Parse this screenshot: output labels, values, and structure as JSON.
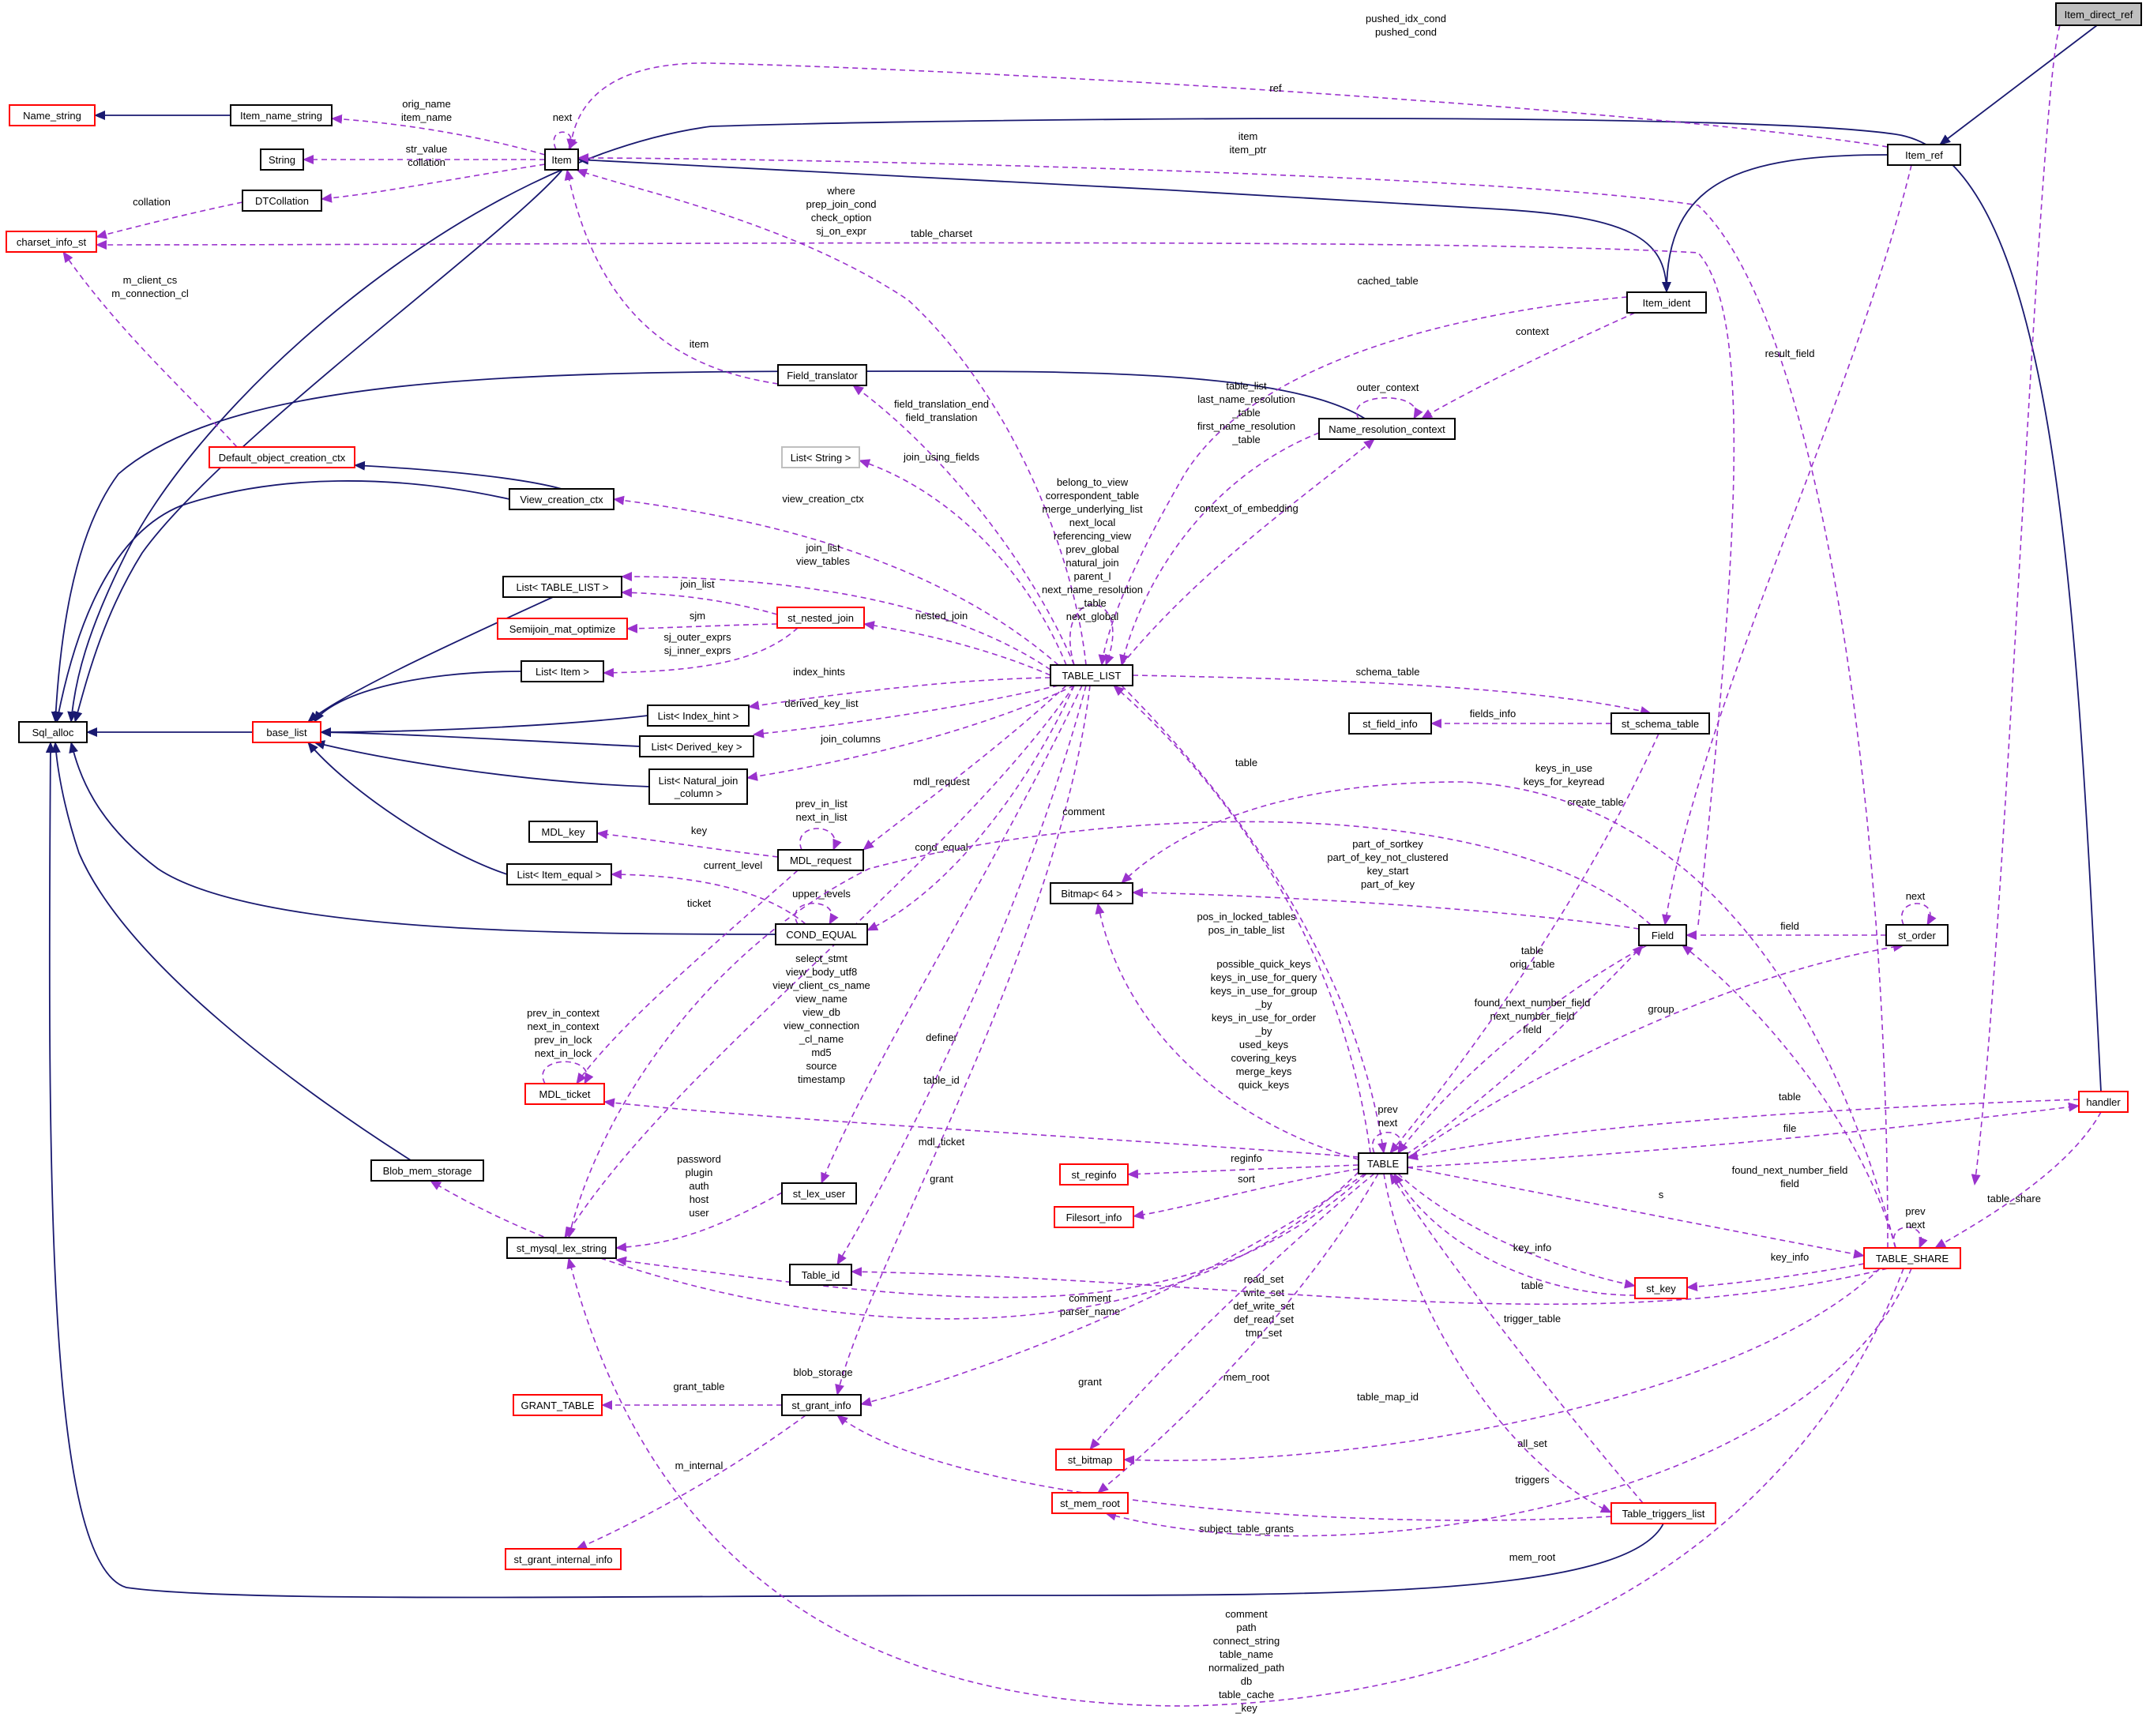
{
  "colors": {
    "inheritance_edge": "#191970",
    "usage_edge": "#9a32cd",
    "border_normal": "#000000",
    "border_truncated": "#ff0000",
    "border_undocumented": "#bfbfbf",
    "root_fill": "#bfbfbf"
  },
  "nodes": [
    {
      "id": "Item_direct_ref",
      "label": "Item_direct_ref",
      "style": "root"
    },
    {
      "id": "Item_ref",
      "label": "Item_ref",
      "style": "normal"
    },
    {
      "id": "Item_ident",
      "label": "Item_ident",
      "style": "normal"
    },
    {
      "id": "Item",
      "label": "Item",
      "style": "normal"
    },
    {
      "id": "Item_name_string",
      "label": "Item_name_string",
      "style": "normal"
    },
    {
      "id": "Name_string",
      "label": "Name_string",
      "style": "truncated"
    },
    {
      "id": "String",
      "label": "String",
      "style": "normal"
    },
    {
      "id": "DTCollation",
      "label": "DTCollation",
      "style": "normal"
    },
    {
      "id": "charset_info_st",
      "label": "charset_info_st",
      "style": "truncated"
    },
    {
      "id": "Field_translator",
      "label": "Field_translator",
      "style": "normal"
    },
    {
      "id": "Default_object_creation_ctx",
      "label": "Default_object_creation_ctx",
      "style": "truncated"
    },
    {
      "id": "View_creation_ctx",
      "label": "View_creation_ctx",
      "style": "normal"
    },
    {
      "id": "List_String",
      "label": "List< String >",
      "style": "undocumented"
    },
    {
      "id": "Name_resolution_context",
      "label": "Name_resolution_context",
      "style": "normal"
    },
    {
      "id": "List_TABLE_LIST",
      "label": "List< TABLE_LIST >",
      "style": "normal"
    },
    {
      "id": "st_nested_join",
      "label": "st_nested_join",
      "style": "truncated"
    },
    {
      "id": "Semijoin_mat_optimize",
      "label": "Semijoin_mat_optimize",
      "style": "truncated"
    },
    {
      "id": "List_Item",
      "label": "List< Item >",
      "style": "normal"
    },
    {
      "id": "TABLE_LIST",
      "label": "TABLE_LIST",
      "style": "normal"
    },
    {
      "id": "Sql_alloc",
      "label": "Sql_alloc",
      "style": "normal"
    },
    {
      "id": "base_list",
      "label": "base_list",
      "style": "truncated"
    },
    {
      "id": "List_Index_hint",
      "label": "List< Index_hint >",
      "style": "normal"
    },
    {
      "id": "List_Derived_key",
      "label": "List< Derived_key >",
      "style": "normal"
    },
    {
      "id": "List_Natural_join_column",
      "label": "List< Natural_join\n_column >",
      "style": "normal"
    },
    {
      "id": "st_schema_table",
      "label": "st_schema_table",
      "style": "normal"
    },
    {
      "id": "st_field_info",
      "label": "st_field_info",
      "style": "normal"
    },
    {
      "id": "MDL_key",
      "label": "MDL_key",
      "style": "normal"
    },
    {
      "id": "MDL_request",
      "label": "MDL_request",
      "style": "normal"
    },
    {
      "id": "List_Item_equal",
      "label": "List< Item_equal >",
      "style": "normal"
    },
    {
      "id": "COND_EQUAL",
      "label": "COND_EQUAL",
      "style": "normal"
    },
    {
      "id": "Bitmap_64",
      "label": "Bitmap< 64 >",
      "style": "normal"
    },
    {
      "id": "Field",
      "label": "Field",
      "style": "normal"
    },
    {
      "id": "st_order",
      "label": "st_order",
      "style": "normal"
    },
    {
      "id": "MDL_ticket",
      "label": "MDL_ticket",
      "style": "truncated"
    },
    {
      "id": "handler",
      "label": "handler",
      "style": "truncated"
    },
    {
      "id": "Blob_mem_storage",
      "label": "Blob_mem_storage",
      "style": "normal"
    },
    {
      "id": "TABLE",
      "label": "TABLE",
      "style": "normal"
    },
    {
      "id": "st_reginfo",
      "label": "st_reginfo",
      "style": "truncated"
    },
    {
      "id": "st_lex_user",
      "label": "st_lex_user",
      "style": "normal"
    },
    {
      "id": "Filesort_info",
      "label": "Filesort_info",
      "style": "truncated"
    },
    {
      "id": "st_mysql_lex_string",
      "label": "st_mysql_lex_string",
      "style": "normal"
    },
    {
      "id": "TABLE_SHARE",
      "label": "TABLE_SHARE",
      "style": "truncated"
    },
    {
      "id": "Table_id",
      "label": "Table_id",
      "style": "normal"
    },
    {
      "id": "st_key",
      "label": "st_key",
      "style": "truncated"
    },
    {
      "id": "GRANT_TABLE",
      "label": "GRANT_TABLE",
      "style": "truncated"
    },
    {
      "id": "st_grant_info",
      "label": "st_grant_info",
      "style": "normal"
    },
    {
      "id": "st_bitmap",
      "label": "st_bitmap",
      "style": "truncated"
    },
    {
      "id": "st_mem_root",
      "label": "st_mem_root",
      "style": "truncated"
    },
    {
      "id": "Table_triggers_list",
      "label": "Table_triggers_list",
      "style": "truncated"
    },
    {
      "id": "st_grant_internal_info",
      "label": "st_grant_internal_info",
      "style": "truncated"
    }
  ],
  "inheritance_edges": [
    {
      "from": "Item_direct_ref",
      "to": "Item_ref"
    },
    {
      "from": "Item_ref",
      "to": "Item_ident"
    },
    {
      "from": "Item_ident",
      "to": "Item"
    },
    {
      "from": "Item_name_string",
      "to": "Name_string"
    },
    {
      "from": "Item",
      "to": "Sql_alloc"
    },
    {
      "from": "Name_resolution_context",
      "to": "Sql_alloc"
    },
    {
      "from": "View_creation_ctx",
      "to": "Default_object_creation_ctx"
    },
    {
      "from": "View_creation_ctx",
      "to": "Sql_alloc"
    },
    {
      "from": "List_TABLE_LIST",
      "to": "base_list"
    },
    {
      "from": "List_Item",
      "to": "base_list"
    },
    {
      "from": "List_Index_hint",
      "to": "base_list"
    },
    {
      "from": "List_Derived_key",
      "to": "base_list"
    },
    {
      "from": "List_Natural_join_column",
      "to": "base_list"
    },
    {
      "from": "List_Item_equal",
      "to": "base_list"
    },
    {
      "from": "base_list",
      "to": "Sql_alloc"
    },
    {
      "from": "COND_EQUAL",
      "to": "Sql_alloc"
    },
    {
      "from": "Blob_mem_storage",
      "to": "Sql_alloc"
    },
    {
      "from": "handler",
      "to": "Sql_alloc"
    },
    {
      "from": "Table_triggers_list",
      "to": "Sql_alloc"
    }
  ],
  "usage_edges": [
    {
      "from": "Item_direct_ref",
      "to": "Item",
      "label": "pushed_idx_cond\npushed_cond"
    },
    {
      "from": "Item_ref",
      "to": "Item",
      "label": "ref"
    },
    {
      "from": "Item",
      "to": "Item",
      "label": "next"
    },
    {
      "from": "Item",
      "to": "Item_name_string",
      "label": "orig_name\nitem_name"
    },
    {
      "from": "Item",
      "to": "String",
      "label": "str_value"
    },
    {
      "from": "Item",
      "to": "DTCollation",
      "label": "collation"
    },
    {
      "from": "DTCollation",
      "to": "charset_info_st",
      "label": "collation"
    },
    {
      "from": "Default_object_creation_ctx",
      "to": "charset_info_st",
      "label": "m_client_cs\nm_connection_cl"
    },
    {
      "from": "Field_translator",
      "to": "Item",
      "label": "item"
    },
    {
      "from": "TABLE_LIST",
      "to": "Item",
      "label": "where\nprep_join_cond\ncheck_option\nsj_on_expr"
    },
    {
      "from": "TABLE_SHARE",
      "to": "Item",
      "label": "item\nitem_ptr"
    },
    {
      "from": "Field",
      "to": "charset_info_st",
      "label": "table_charset"
    },
    {
      "from": "Item_ident",
      "to": "TABLE_LIST",
      "label": "cached_table"
    },
    {
      "from": "Item_ident",
      "to": "Name_resolution_context",
      "label": "context"
    },
    {
      "from": "Name_resolution_context",
      "to": "Name_resolution_context",
      "label": "outer_context"
    },
    {
      "from": "Name_resolution_context",
      "to": "TABLE_LIST",
      "label": "table_list\nlast_name_resolution\n_table\nfirst_name_resolution\n_table"
    },
    {
      "from": "TABLE_LIST",
      "to": "Name_resolution_context",
      "label": "context_of_embedding"
    },
    {
      "from": "TABLE_LIST",
      "to": "Field_translator",
      "label": "field_translation_end\nfield_translation"
    },
    {
      "from": "TABLE_LIST",
      "to": "List_String",
      "label": "join_using_fields"
    },
    {
      "from": "TABLE_LIST",
      "to": "View_creation_ctx",
      "label": "view_creation_ctx"
    },
    {
      "from": "TABLE_LIST",
      "to": "TABLE_LIST",
      "label": "belong_to_view\ncorrespondent_table\nmerge_underlying_list\nnext_local\nreferencing_view\nprev_global\nnatural_join\nparent_l\nnext_name_resolution\n_table\nnext_global"
    },
    {
      "from": "TABLE_LIST",
      "to": "List_TABLE_LIST",
      "label": "join_list\nview_tables"
    },
    {
      "from": "st_nested_join",
      "to": "List_TABLE_LIST",
      "label": "join_list"
    },
    {
      "from": "st_nested_join",
      "to": "Semijoin_mat_optimize",
      "label": "sjm"
    },
    {
      "from": "st_nested_join",
      "to": "List_Item",
      "label": "sj_outer_exprs\nsj_inner_exprs"
    },
    {
      "from": "TABLE_LIST",
      "to": "st_nested_join",
      "label": "nested_join"
    },
    {
      "from": "TABLE_LIST",
      "to": "List_Index_hint",
      "label": "index_hints"
    },
    {
      "from": "TABLE_LIST",
      "to": "List_Derived_key",
      "label": "derived_key_list"
    },
    {
      "from": "TABLE_LIST",
      "to": "List_Natural_join_column",
      "label": "join_columns"
    },
    {
      "from": "TABLE_LIST",
      "to": "st_schema_table",
      "label": "schema_table"
    },
    {
      "from": "st_schema_table",
      "to": "st_field_info",
      "label": "fields_info"
    },
    {
      "from": "TABLE_LIST",
      "to": "MDL_request",
      "label": "mdl_request"
    },
    {
      "from": "MDL_request",
      "to": "MDL_key",
      "label": "key"
    },
    {
      "from": "MDL_request",
      "to": "MDL_request",
      "label": "prev_in_list\nnext_in_list"
    },
    {
      "from": "COND_EQUAL",
      "to": "List_Item_equal",
      "label": "current_level"
    },
    {
      "from": "COND_EQUAL",
      "to": "COND_EQUAL",
      "label": "upper_levels"
    },
    {
      "from": "TABLE_LIST",
      "to": "COND_EQUAL",
      "label": "cond_equal"
    },
    {
      "from": "MDL_request",
      "to": "MDL_ticket",
      "label": "ticket"
    },
    {
      "from": "MDL_ticket",
      "to": "MDL_ticket",
      "label": "prev_in_context\nnext_in_context\nprev_in_lock\nnext_in_lock"
    },
    {
      "from": "TABLE_LIST",
      "to": "st_mysql_lex_string",
      "label": "select_stmt\nview_body_utf8\nview_client_cs_name\nview_name\nview_db\nview_connection\n_cl_name\nmd5\nsource\ntimestamp"
    },
    {
      "from": "TABLE_LIST",
      "to": "st_lex_user",
      "label": "definer"
    },
    {
      "from": "TABLE_LIST",
      "to": "Table_id",
      "label": "table_id"
    },
    {
      "from": "TABLE_LIST",
      "to": "st_grant_info",
      "label": "grant"
    },
    {
      "from": "TABLE",
      "to": "MDL_ticket",
      "label": "mdl_ticket"
    },
    {
      "from": "st_lex_user",
      "to": "st_mysql_lex_string",
      "label": "password\nplugin\nauth\nhost\nuser"
    },
    {
      "from": "st_schema_table",
      "to": "TABLE",
      "label": "create_table"
    },
    {
      "from": "TABLE_LIST",
      "to": "TABLE",
      "label": "table"
    },
    {
      "from": "TABLE",
      "to": "TABLE_LIST",
      "label": "pos_in_locked_tables\npos_in_table_list"
    },
    {
      "from": "Field",
      "to": "Bitmap_64",
      "label": "part_of_sortkey\npart_of_key_not_clustered\nkey_start\npart_of_key"
    },
    {
      "from": "TABLE_SHARE",
      "to": "Bitmap_64",
      "label": "keys_in_use\nkeys_for_keyread"
    },
    {
      "from": "Field",
      "to": "st_mysql_lex_string",
      "label": "comment"
    },
    {
      "from": "TABLE",
      "to": "Bitmap_64",
      "label": "possible_quick_keys\nkeys_in_use_for_query\nkeys_in_use_for_group\n_by\nkeys_in_use_for_order\n_by\nused_keys\ncovering_keys\nmerge_keys\nquick_keys"
    },
    {
      "from": "Field",
      "to": "TABLE",
      "label": "table\norig_table"
    },
    {
      "from": "TABLE",
      "to": "Field",
      "label": "found_next_number_field\nnext_number_field\nfield"
    },
    {
      "from": "Item_ref",
      "to": "Field",
      "label": "result_field"
    },
    {
      "from": "st_order",
      "to": "Field",
      "label": "field"
    },
    {
      "from": "st_order",
      "to": "st_order",
      "label": "next"
    },
    {
      "from": "TABLE",
      "to": "st_order",
      "label": "group"
    },
    {
      "from": "TABLE",
      "to": "TABLE",
      "label": "prev\nnext"
    },
    {
      "from": "TABLE",
      "to": "handler",
      "label": "file"
    },
    {
      "from": "handler",
      "to": "TABLE",
      "label": "table"
    },
    {
      "from": "handler",
      "to": "TABLE_SHARE",
      "label": "table_share"
    },
    {
      "from": "TABLE",
      "to": "st_reginfo",
      "label": "reginfo"
    },
    {
      "from": "TABLE",
      "to": "Filesort_info",
      "label": "sort"
    },
    {
      "from": "TABLE",
      "to": "TABLE_SHARE",
      "label": "s"
    },
    {
      "from": "TABLE_SHARE",
      "to": "Field",
      "label": "found_next_number_field\nfield"
    },
    {
      "from": "TABLE_SHARE",
      "to": "TABLE_SHARE",
      "label": "prev\nnext"
    },
    {
      "from": "TABLE",
      "to": "st_key",
      "label": "key_info"
    },
    {
      "from": "TABLE_SHARE",
      "to": "st_key",
      "label": "key_info"
    },
    {
      "from": "st_key",
      "to": "TABLE",
      "label": "table"
    },
    {
      "from": "TABLE_SHARE",
      "to": "st_mysql_lex_string",
      "label": "comment\npath\nconnect_string\ntable_name\nnormalized_path\ndb\ntable_cache\n_key"
    },
    {
      "from": "TABLE",
      "to": "st_mysql_lex_string",
      "label": "comment\nparser_name"
    },
    {
      "from": "TABLE",
      "to": "Blob_mem_storage",
      "label": "blob_storage"
    },
    {
      "from": "TABLE",
      "to": "st_bitmap",
      "label": "read_set\nwrite_set\ndef_write_set\ndef_read_set\ntmp_set"
    },
    {
      "from": "TABLE",
      "to": "st_mem_root",
      "label": "mem_root"
    },
    {
      "from": "TABLE",
      "to": "st_grant_info",
      "label": "grant"
    },
    {
      "from": "TABLE_SHARE",
      "to": "Table_id",
      "label": "table_map_id"
    },
    {
      "from": "TABLE_SHARE",
      "to": "st_bitmap",
      "label": "all_set"
    },
    {
      "from": "Table_triggers_list",
      "to": "TABLE",
      "label": "trigger_table"
    },
    {
      "from": "TABLE",
      "to": "Table_triggers_list",
      "label": "triggers"
    },
    {
      "from": "Table_triggers_list",
      "to": "st_grant_info",
      "label": "subject_table_grants"
    },
    {
      "from": "TABLE_SHARE",
      "to": "st_mem_root",
      "label": "mem_root"
    },
    {
      "from": "st_grant_info",
      "to": "GRANT_TABLE",
      "label": "grant_table"
    },
    {
      "from": "st_grant_info",
      "to": "st_grant_internal_info",
      "label": "m_internal"
    }
  ]
}
